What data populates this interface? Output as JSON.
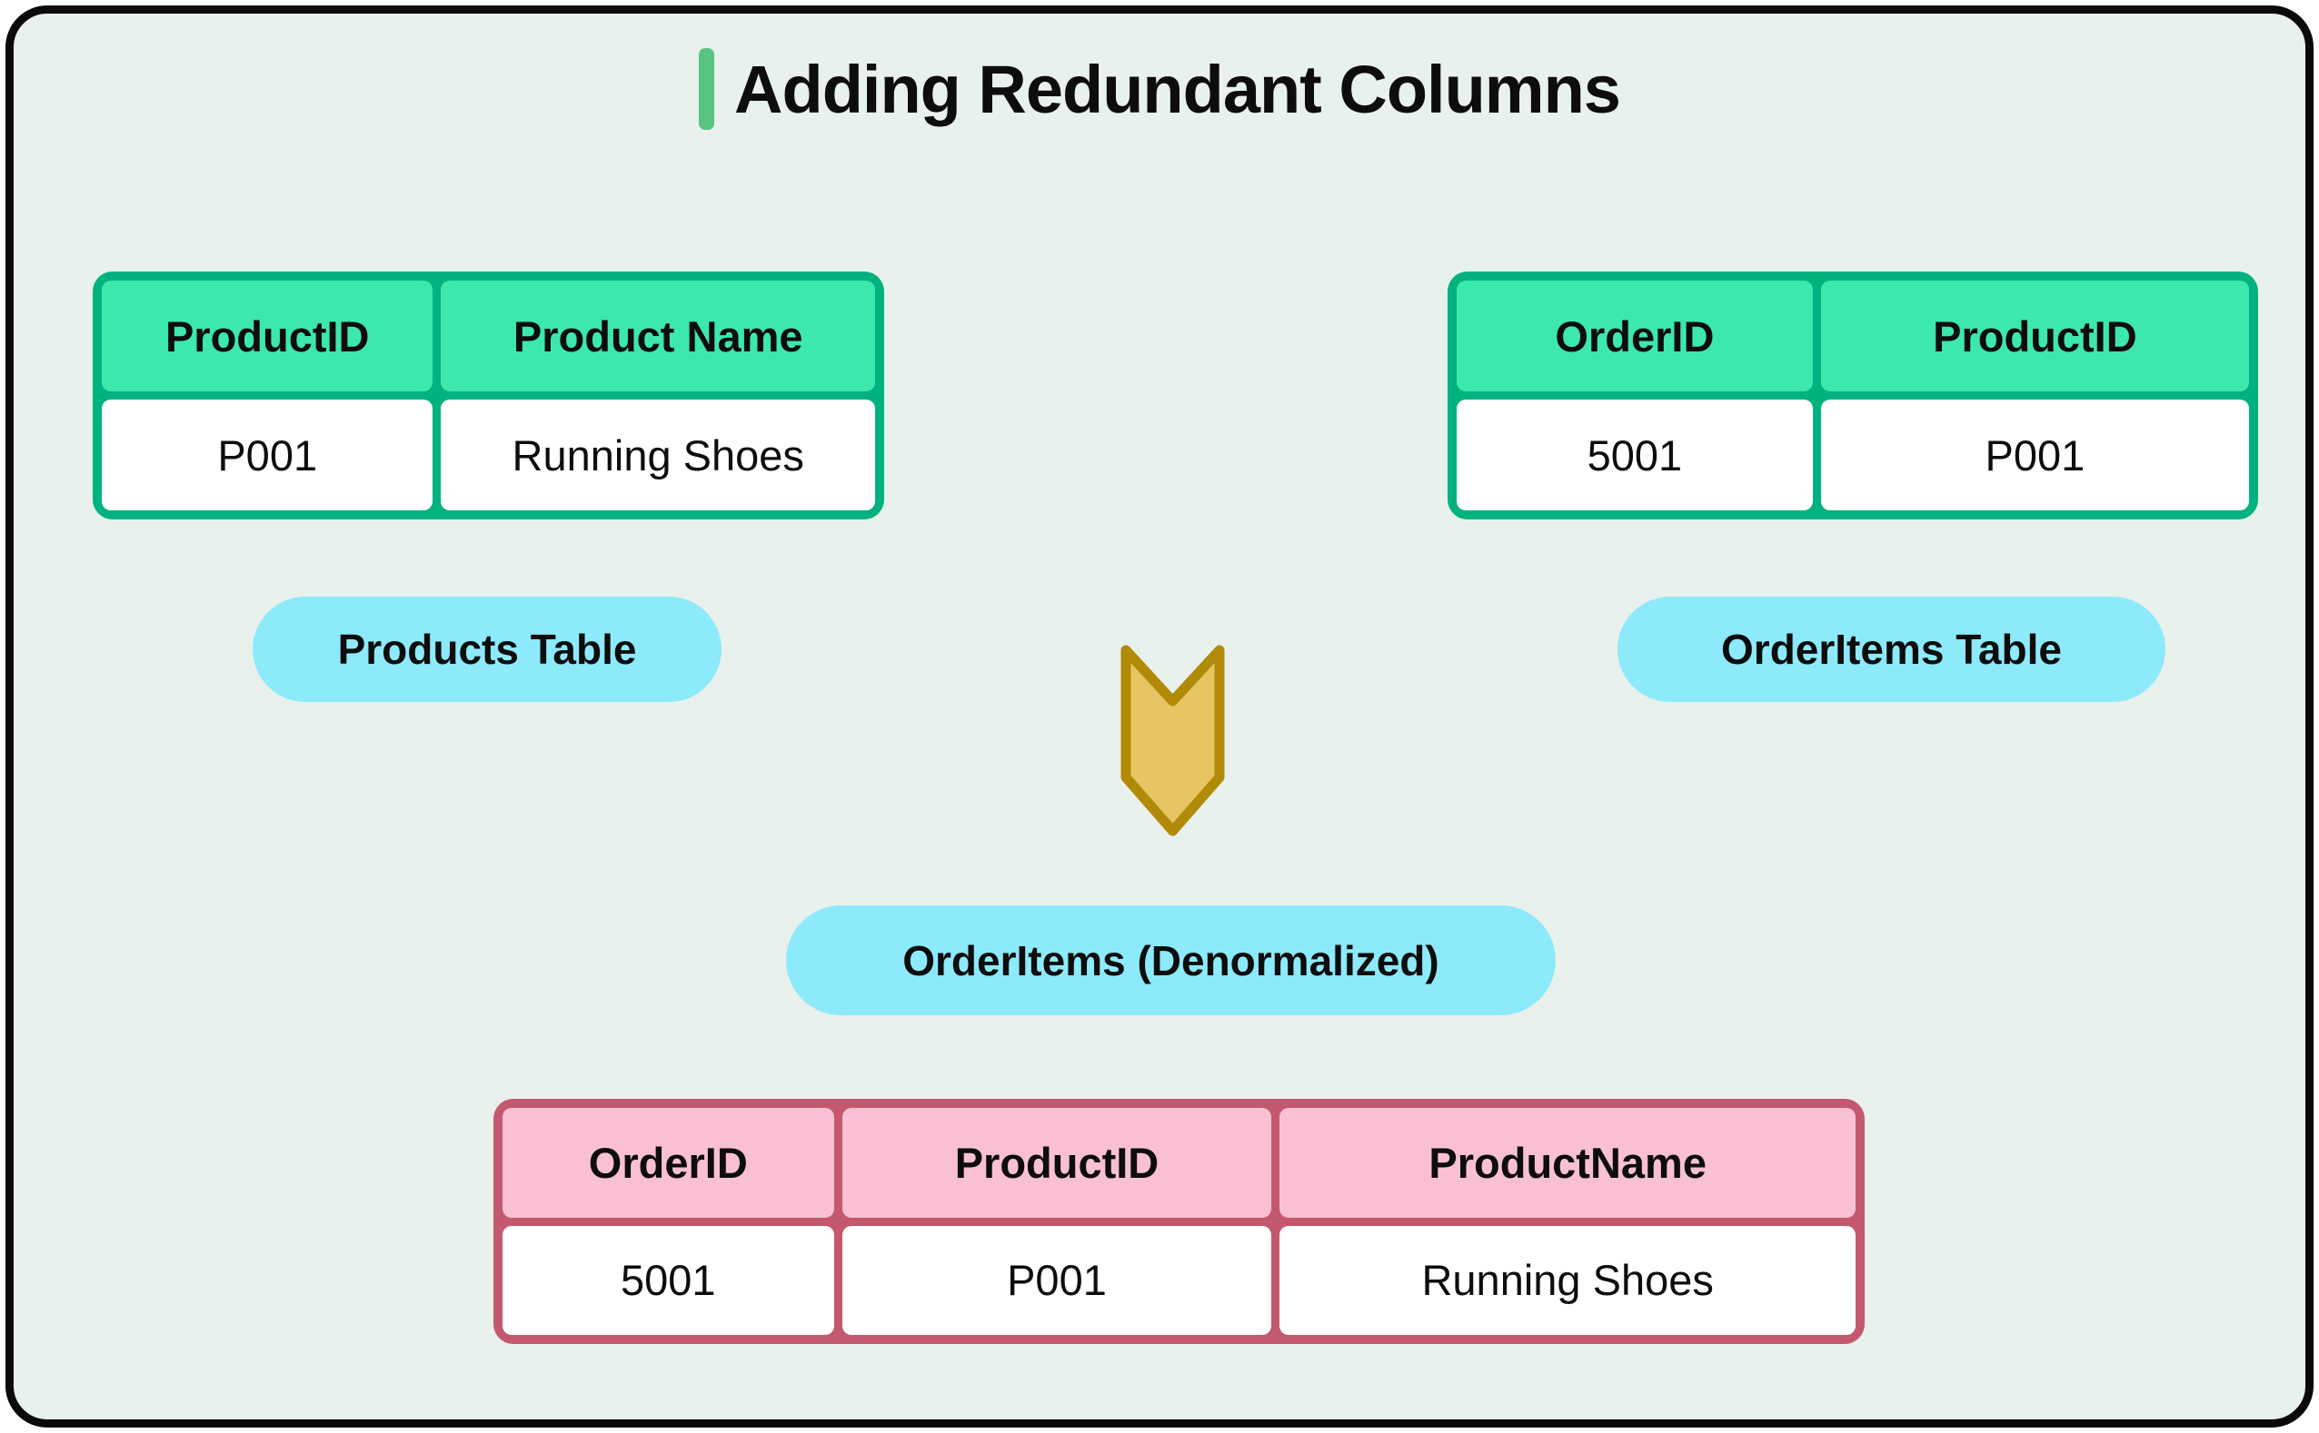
{
  "title": "Adding Redundant Columns",
  "tables": {
    "products": {
      "caption": "Products Table",
      "headers": [
        "ProductID",
        "Product Name"
      ],
      "rows": [
        [
          "P001",
          "Running Shoes"
        ]
      ]
    },
    "order_items": {
      "caption": "OrderItems Table",
      "headers": [
        "OrderID",
        "ProductID"
      ],
      "rows": [
        [
          "5001",
          "P001"
        ]
      ]
    },
    "denormalized": {
      "caption": "OrderItems (Denormalized)",
      "headers": [
        "OrderID",
        "ProductID",
        "ProductName"
      ],
      "rows": [
        [
          "5001",
          "P001",
          "Running Shoes"
        ]
      ]
    }
  },
  "icons": {
    "down_arrow": "chevron-down-arrow"
  },
  "palette": {
    "canvas_background": "#e9f1ed",
    "frame_border": "#0a0a0a",
    "title_accent_green": "#58c482",
    "table_green_border": "#00b27d",
    "table_green_header": "#3ce8ac",
    "table_pink_border": "#c4586e",
    "table_pink_header": "#f9c0d3",
    "label_pill_blue": "#8deafb",
    "arrow_gold_fill": "#e7c563",
    "arrow_gold_stroke": "#b18a07"
  }
}
